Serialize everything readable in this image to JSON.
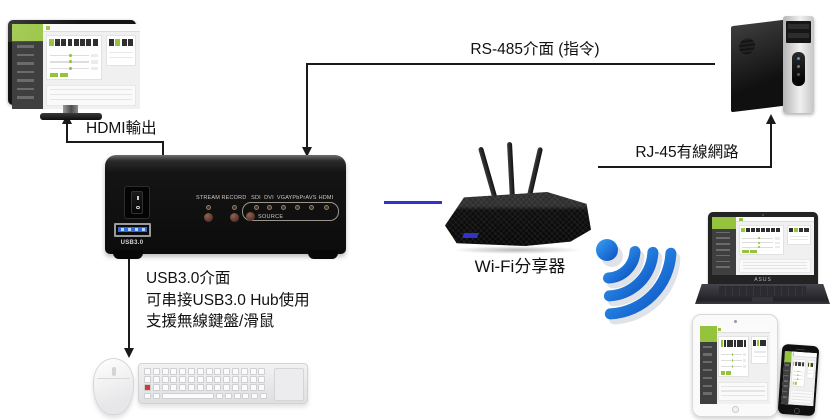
{
  "labels": {
    "hdmi_output": "HDMI輸出",
    "rs485": "RS-485介面 (指令)",
    "rj45": "RJ-45有線網路",
    "wifi_router": "Wi-Fi分享器",
    "usb_note_line1": "USB3.0介面",
    "usb_note_line2": "可串接USB3.0 Hub使用",
    "usb_note_line3": "支援無線鍵盤/滑鼠"
  },
  "device_panel": {
    "indicators": [
      "STREAM",
      "RECORD",
      "SDI",
      "DVI",
      "VGA",
      "YPbPr",
      "AVS",
      "HDMI"
    ],
    "source_label": "SOURCE",
    "usb_port_label": "USB3.0"
  },
  "laptop": {
    "brand": "ASUS"
  },
  "icons": {
    "wifi_signal": "wifi-signal-icon"
  },
  "colors": {
    "accent_green": "#96c33e",
    "connector_blue": "#3333cc",
    "wifi_blue_light": "#38a1f5",
    "wifi_blue_dark": "#0a50c0",
    "line_black": "#1a1a1a"
  }
}
